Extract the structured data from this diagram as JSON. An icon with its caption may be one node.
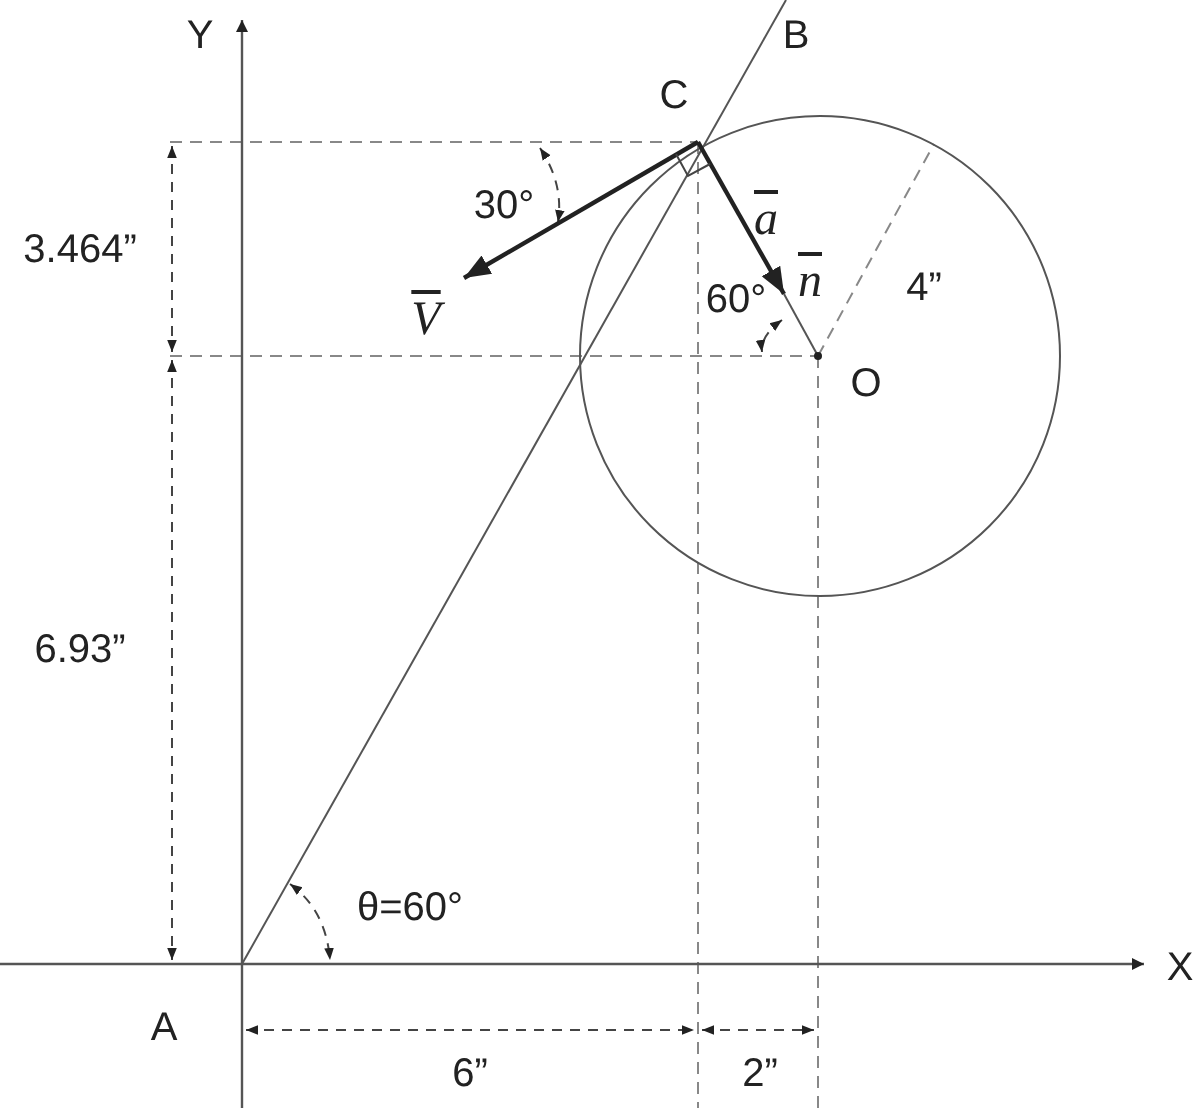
{
  "diagram": {
    "labels": [
      "Y",
      "B",
      "C",
      "3.464”",
      "30°",
      "a",
      "n",
      "4”",
      "V",
      "60°",
      "O",
      "6.93”",
      "θ=60°",
      "X",
      "A",
      "6”",
      "2”"
    ]
  }
}
